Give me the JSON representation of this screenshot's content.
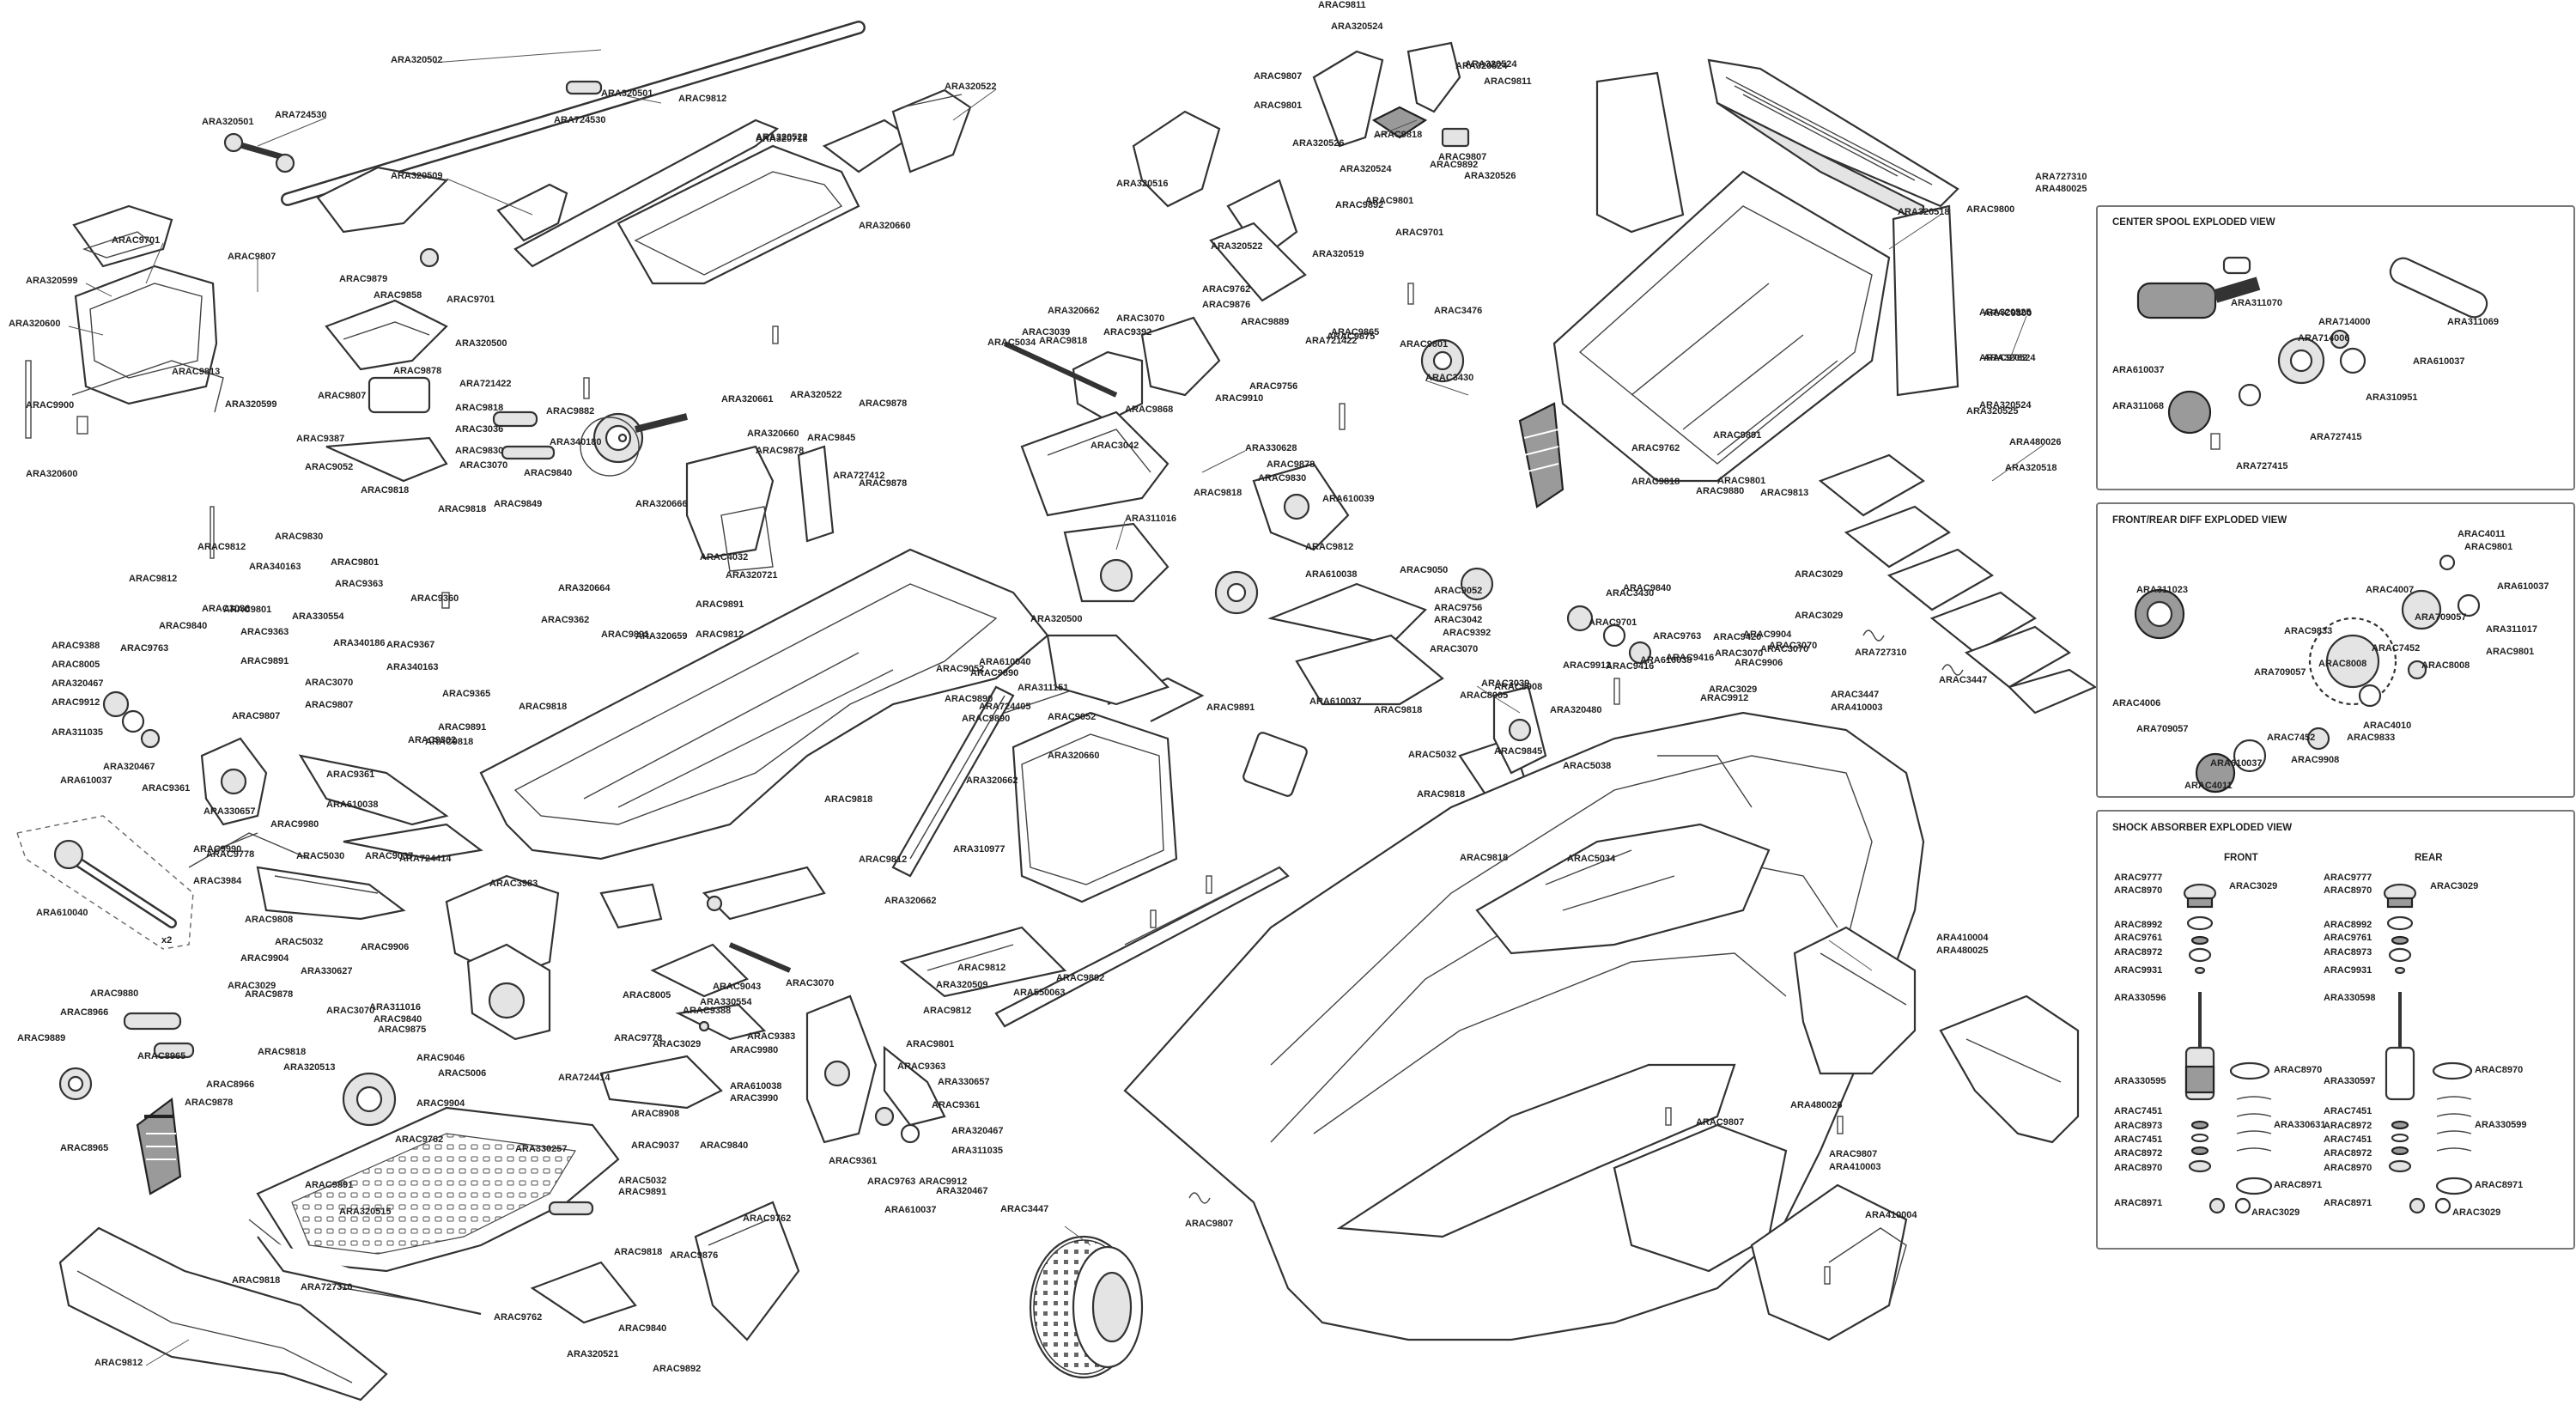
{
  "panels": {
    "center_spool": {
      "title": "CENTER SPOOL EXPLODED VIEW",
      "parts": [
        "ARA311070",
        "ARA714000",
        "ARA311069",
        "ARA610037",
        "ARA714006",
        "ARA610037",
        "ARA311068",
        "ARA310951",
        "ARA727415",
        "ARA727415"
      ]
    },
    "diff": {
      "title": "FRONT/REAR DIFF EXPLODED VIEW",
      "parts": [
        "ARAC4011",
        "ARAC9801",
        "ARA610037",
        "ARA311023",
        "ARAC4007",
        "ARA709057",
        "ARAC9833",
        "ARA311017",
        "ARA709057",
        "ARAC8008",
        "ARAC7452",
        "ARAC8008",
        "ARAC9801",
        "ARAC4006",
        "ARAC4010",
        "ARA709057",
        "ARAC7452",
        "ARAC9833",
        "ARA610037",
        "ARAC9908",
        "ARAC4011"
      ]
    },
    "shock": {
      "title": "SHOCK ABSORBER EXPLODED VIEW",
      "front_label": "FRONT",
      "rear_label": "REAR",
      "front_parts": [
        "ARAC9777",
        "ARAC3029",
        "ARAC8970",
        "ARAC8992",
        "ARAC9761",
        "ARAC8972",
        "ARAC9931",
        "ARA330596",
        "ARA330595",
        "ARAC8970",
        "ARAC7451",
        "ARAC8973",
        "ARAC7451",
        "ARAC8972",
        "ARAC8970",
        "ARA330631",
        "ARAC8971",
        "ARAC8971",
        "ARAC3029"
      ],
      "rear_parts": [
        "ARAC9777",
        "ARAC3029",
        "ARAC8970",
        "ARAC8992",
        "ARAC9761",
        "ARAC8973",
        "ARAC9931",
        "ARA330598",
        "ARA330597",
        "ARAC8970",
        "ARAC7451",
        "ARAC8972",
        "ARAC7451",
        "ARAC8972",
        "ARAC8970",
        "ARA330599",
        "ARAC8971",
        "ARAC8971",
        "ARAC3029"
      ]
    }
  },
  "callouts": [
    "ARAC9811",
    "ARA320524",
    "ARAC9807",
    "ARAC9801",
    "ARAC9818",
    "ARA320524",
    "ARAC9811",
    "ARA320526",
    "ARA320524",
    "ARAC9892",
    "ARA320524",
    "ARAC9807",
    "ARA320526",
    "ARAC9801",
    "ARAC9892",
    "ARA320502",
    "ARA320501",
    "ARA724530",
    "ARA320501",
    "ARA724530",
    "ARAC9812",
    "ARA320522",
    "ARA320509",
    "ARA320522",
    "ARA320660",
    "ARAC9701",
    "ARA320599",
    "ARAC9807",
    "ARA320600",
    "ARAC9813",
    "ARA320599",
    "ARAC9900",
    "ARA320600",
    "ARAC9812",
    "ARAC9812",
    "ARAC9879",
    "ARAC9858",
    "ARAC9701",
    "ARA320500",
    "ARAC9878",
    "ARA721422",
    "ARAC9807",
    "ARAC9818",
    "ARAC9882",
    "ARAC3036",
    "ARAC9830",
    "ARA340180",
    "ARAC9387",
    "ARAC9840",
    "ARAC3070",
    "ARAC9052",
    "ARAC9818",
    "ARAC9849",
    "ARAC9818",
    "ARAC9830",
    "ARAC9801",
    "ARAC9363",
    "ARA340163",
    "ARAC3036",
    "ARAC9801",
    "ARA330554",
    "ARAC9840",
    "ARAC9363",
    "ARAC9360",
    "ARAC9362",
    "ARA340186",
    "ARA340163",
    "ARAC9367",
    "ARAC9891",
    "ARAC3070",
    "ARAC9807",
    "ARAC9365",
    "ARAC9818",
    "ARAC9891",
    "ARAC9362",
    "ARAC9818",
    "ARAC9807",
    "ARAC9388",
    "ARAC8005",
    "ARAC9763",
    "ARA320467",
    "ARAC9912",
    "ARA311035",
    "ARA320467",
    "ARA610037",
    "ARAC9361",
    "ARA330657",
    "ARAC9361",
    "ARAC9980",
    "ARA610038",
    "ARAC9990",
    "ARAC9778",
    "ARAC5030",
    "ARAC9037",
    "ARA724414",
    "ARAC3983",
    "ARA610040",
    "ARAC3984",
    "ARAC9808",
    "ARAC5032",
    "ARAC9904",
    "ARAC3029",
    "ARAC9878",
    "ARAC9880",
    "ARAC8966",
    "ARAC8965",
    "ARAC9818",
    "ARA320513",
    "ARAC8966",
    "ARAC9878",
    "ARAC8965",
    "ARA330627",
    "ARAC9906",
    "ARAC3070",
    "ARA311016",
    "ARAC9840",
    "ARAC9875",
    "ARAC5006",
    "ARAC9904",
    "ARAC9046",
    "ARAC9762",
    "ARA330257",
    "ARAC9891",
    "ARA320515",
    "ARAC9818",
    "ARA727310",
    "ARAC9812",
    "ARA320718",
    "ARA320522",
    "ARA320661",
    "ARA320660",
    "ARAC9878",
    "ARAC9845",
    "ARAC9878",
    "ARA727412",
    "ARA320666",
    "ARA320664",
    "ARAC4032",
    "ARAC9891",
    "ARA320721",
    "ARAC9891",
    "ARA320659",
    "ARAC9812",
    "ARAC9878",
    "ARAC9818",
    "ARAC9812",
    "ARAC9052",
    "ARAC9890",
    "ARA320662",
    "ARAC9892",
    "ARAC9812",
    "ARA320662",
    "ARAC3039",
    "ARAC5034",
    "ARAC9818",
    "ARAC9392",
    "ARAC3070",
    "ARA320500",
    "ARA610040",
    "ARAC9890",
    "ARA311151",
    "ARAC9890",
    "ARA724405",
    "ARA310977",
    "ARAC9052",
    "ARA320660",
    "ARA320662",
    "ARA320522",
    "ARAC9762",
    "ARA320516",
    "ARA320519",
    "ARAC9876",
    "ARAC9889",
    "ARAC9868",
    "ARAC3042",
    "ARAC9910",
    "ARAC9756",
    "ARA721422",
    "ARAC9875",
    "ARAC9865",
    "ARAC9701",
    "ARAC3476",
    "ARAC9801",
    "ARAC3430",
    "ARA330628",
    "ARAC9878",
    "ARAC9830",
    "ARAC9818",
    "ARA311016",
    "ARA610039",
    "ARAC9812",
    "ARA610038",
    "ARAC9050",
    "ARAC9052",
    "ARAC9756",
    "ARAC3042",
    "ARAC9392",
    "ARAC3070",
    "ARAC3039",
    "ARAC8908",
    "ARAC9818",
    "ARAC8005",
    "ARA610037",
    "ARAC9891",
    "ARAC5032",
    "ARAC9845",
    "ARAC5038",
    "ARAC9818",
    "ARA320480",
    "ARAC5034",
    "ARAC9818",
    "ARAC9912",
    "ARA610038",
    "ARAC9416",
    "ARAC9763",
    "ARAC9420",
    "ARAC9416",
    "ARAC9912",
    "ARAC3029",
    "ARAC3070",
    "ARAC3029",
    "ARAC9904",
    "ARAC3070",
    "ARAC9906",
    "ARAC3070",
    "ARAC3029",
    "ARAC9840",
    "ARAC3430",
    "ARAC9701",
    "ARAC9801",
    "ARA320518",
    "ARAC9800",
    "ARAC9800",
    "ARA320524",
    "ARA320525",
    "ARA727310",
    "ARA480025",
    "ARA480026",
    "ARA320518",
    "ARAC9813",
    "ARAC9880",
    "ARAC9818",
    "ARAC9762",
    "ARAC9891",
    "ARAC9762",
    "ARA320525",
    "ARA320524",
    "ARA727310",
    "ARAC3447",
    "ARAC3447",
    "ARA410003",
    "ARA410004",
    "ARA480025",
    "ARA480026",
    "ARAC9807",
    "ARAC9807",
    "ARA410003",
    "ARA410004",
    "ARAC9807",
    "ARAC3447",
    "ARA550063",
    "ARA320509",
    "ARAC9812",
    "ARAC9801",
    "ARAC9363",
    "ARA330657",
    "ARAC9361",
    "ARA320467",
    "ARA311035",
    "ARAC9912",
    "ARA320467",
    "ARAC9763",
    "ARAC9361",
    "ARA610037",
    "ARAC8005",
    "ARAC9043",
    "ARAC3070",
    "ARA330554",
    "ARAC9388",
    "ARAC9383",
    "ARAC9980",
    "ARAC3990",
    "ARA610038",
    "ARAC9778",
    "ARAC3029",
    "ARA724414",
    "ARAC9840",
    "ARAC9037",
    "ARAC8908",
    "ARAC5032",
    "ARAC9891",
    "ARAC9762",
    "ARAC9876",
    "ARAC9818",
    "ARAC9762",
    "ARAC9840",
    "ARA320521",
    "ARAC9892",
    "ARAC9889"
  ],
  "notes": {
    "qty_x2": "x2"
  }
}
